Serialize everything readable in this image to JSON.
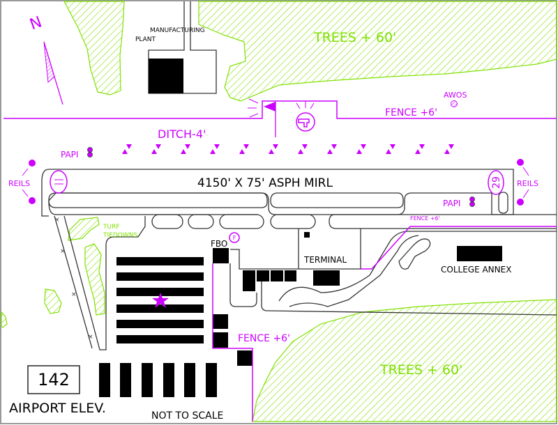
{
  "colors": {
    "trees": "#7fe000",
    "lighting": "#cc00ff",
    "structure": "#000000"
  },
  "north_label": "N",
  "labels": {
    "manufacturing_line1": "MANUFACTURING",
    "manufacturing_line2": "PLANT",
    "trees_north": "TREES + 60'",
    "trees_south": "TREES + 60'",
    "awos": "AWOS",
    "fence_north": "FENCE +6'",
    "ditch": "DITCH-4'",
    "papi_west": "PAPI",
    "papi_east": "PAPI",
    "reils_west": "REILS",
    "reils_east": "REILS",
    "runway": "4150' X 75'  ASPH  MIRL",
    "runway_end_east": "29",
    "fence_taxiway": "FENCE +6'",
    "turf_line1": "TURF",
    "turf_line2": "TIEDOWNS",
    "fbo": "FBO",
    "fuel": "F",
    "terminal": "TERMINAL",
    "college_annex": "COLLEGE ANNEX",
    "fence_south": "FENCE +6'",
    "elevation_value": "142",
    "elevation_label": "AIRPORT ELEV.",
    "scale_note": "NOT TO SCALE"
  }
}
